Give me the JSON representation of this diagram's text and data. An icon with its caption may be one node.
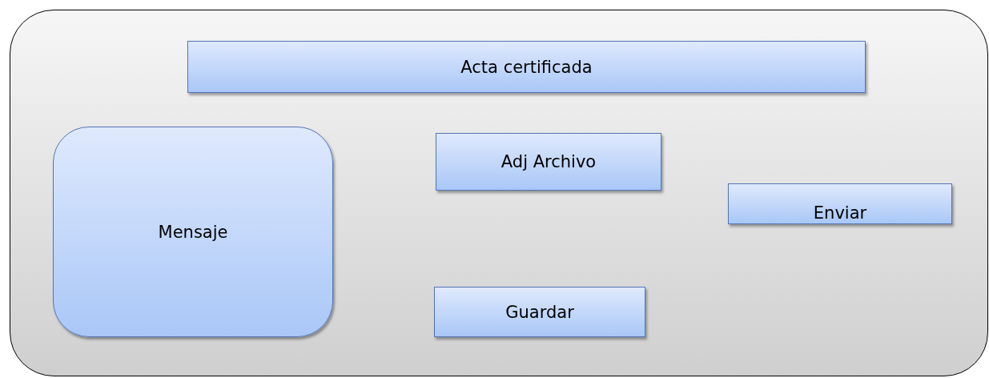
{
  "diagram": {
    "nodes": [
      {
        "text": [],
        "shape": "box"
      },
      {
        "text": [
          "Acta certificada"
        ],
        "in": 0
      },
      {
        "text": [
          "Mensaje"
        ],
        "in": 0
      },
      {
        "text": [
          "Adj Archivo"
        ],
        "in": 0
      },
      {
        "text": [
          "Enviar"
        ],
        "in": 0
      },
      {
        "text": [
          "Guardar"
        ],
        "in": 0
      }
    ]
  }
}
